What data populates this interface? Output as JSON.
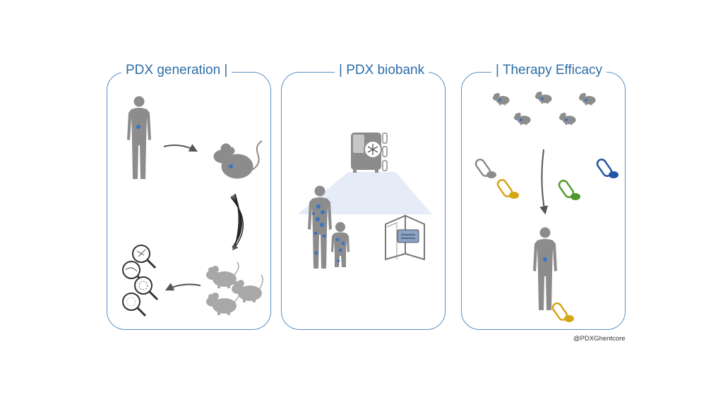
{
  "panels": [
    {
      "title": "PDX generation |"
    },
    {
      "title": "| PDX biobank"
    },
    {
      "title": "| Therapy Efficacy"
    }
  ],
  "credit": "@PDXGhentcore",
  "colors": {
    "border": "#5b8fc4",
    "title": "#2e6ea8",
    "figure": "#8c8c8c",
    "tumor": "#3a74c2",
    "pill_gray": "#8c8c8c",
    "pill_gold": "#d4a514",
    "pill_green": "#4f9a2c",
    "pill_blue": "#2354a6"
  },
  "icons": [
    "human-icon",
    "mouse-icon",
    "arrow-icon",
    "magnifier-icon",
    "freezer-icon",
    "snowflake-icon",
    "vial-icon",
    "book-icon",
    "pill-icon"
  ]
}
